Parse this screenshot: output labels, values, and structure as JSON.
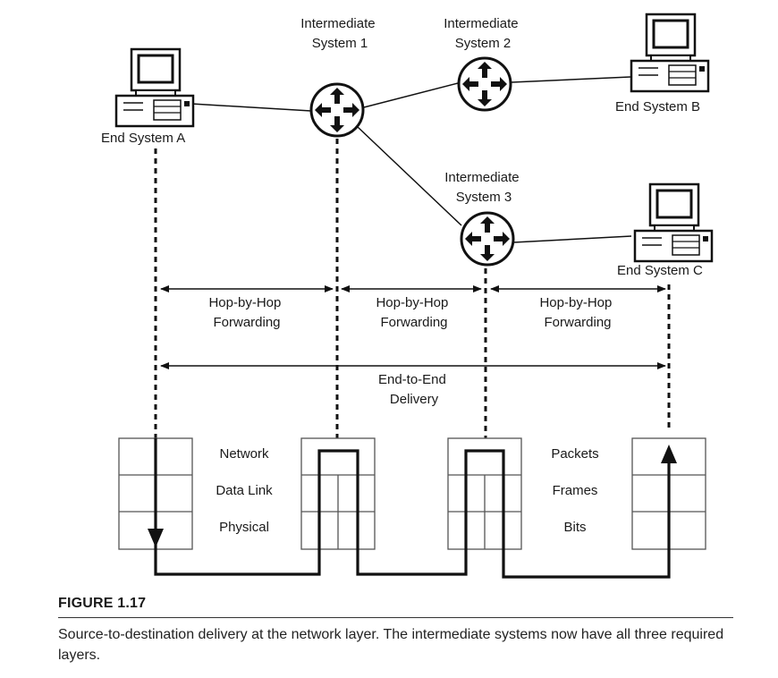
{
  "nodes": {
    "end_system_a": "End System A",
    "end_system_b": "End System B",
    "end_system_c": "End System C",
    "is1": [
      "Intermediate",
      "System 1"
    ],
    "is2": [
      "Intermediate",
      "System 2"
    ],
    "is3": [
      "Intermediate",
      "System 3"
    ]
  },
  "spans": {
    "hop1": [
      "Hop-by-Hop",
      "Forwarding"
    ],
    "hop2": [
      "Hop-by-Hop",
      "Forwarding"
    ],
    "hop3": [
      "Hop-by-Hop",
      "Forwarding"
    ],
    "end_to_end": [
      "End-to-End",
      "Delivery"
    ]
  },
  "layers": [
    "Network",
    "Data Link",
    "Physical"
  ],
  "units": [
    "Packets",
    "Frames",
    "Bits"
  ],
  "caption": {
    "label": "FIGURE 1.17",
    "text": "Source-to-destination delivery at the network layer. The intermediate systems now have all three required layers."
  }
}
